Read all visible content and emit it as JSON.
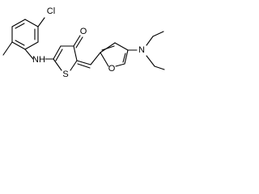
{
  "atoms": {
    "cl": "Cl",
    "nh": "NH",
    "s": "S",
    "o_carbonyl": "O",
    "o_furan": "O",
    "n_amine": "N"
  },
  "colors": {
    "line": "#000000",
    "background": "#ffffff"
  }
}
